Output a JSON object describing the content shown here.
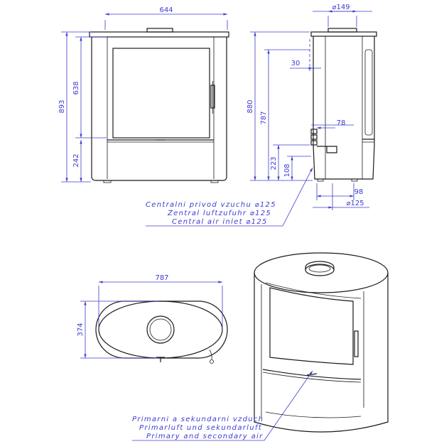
{
  "dimensions": {
    "front_width": "644",
    "front_total_height": "893",
    "front_glass_height": "638",
    "front_base_height": "242",
    "side_flue_diameter": "⌀149",
    "side_flue_offset": "30",
    "side_total_height": "880",
    "side_flue_height": "787",
    "side_inlet_offset": "78",
    "side_inlet_height": "223",
    "side_inlet_center": "108",
    "side_bottom_offset": "98",
    "side_inlet_diameter": "⌀125",
    "top_width": "787",
    "top_depth": "374"
  },
  "notes": {
    "central_air_cz": "Centralni privod vzuchu ⌀125",
    "central_air_de": "Zentral luftzufuhr ⌀125",
    "central_air_en": "Central air inlet ⌀125",
    "primary_air_cz": "Primarni a sekundarni vzduch",
    "primary_air_de": "Primarluft und sekundarluft",
    "primary_air_en": "Primary and secondary air"
  },
  "colors": {
    "line": "#1a1a1a",
    "dimension": "#3b3bd0",
    "background": "#ffffff"
  }
}
